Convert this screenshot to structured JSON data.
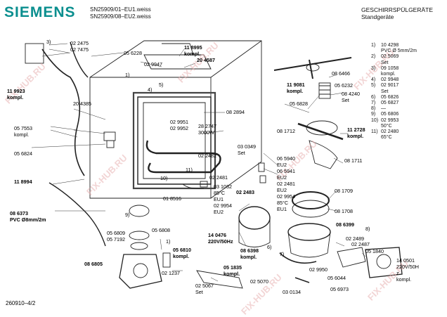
{
  "header": {
    "brand": "SIEMENS",
    "model_line_1": "SN25909/01–EU1.weiss",
    "model_line_2": "SN25909/08–EU2.weiss",
    "title": "GESCHIRRSPÜLGERÄTE",
    "subtitle": "Standgeräte"
  },
  "footer": {
    "drawing_number": "260910–4/2"
  },
  "watermark": "FIX-HUB.RU",
  "legend": [
    {
      "num": "1)",
      "text": "10 4298"
    },
    {
      "num": "",
      "text": "PVC Ø 5mm/2m"
    },
    {
      "num": "2)",
      "text": "02 5069"
    },
    {
      "num": "",
      "text": "Set"
    },
    {
      "num": "3)",
      "text": "09 1058"
    },
    {
      "num": "",
      "text": "kompl."
    },
    {
      "num": "4)",
      "text": "02 9948"
    },
    {
      "num": "5)",
      "text": "02 9017"
    },
    {
      "num": "",
      "text": "Set"
    },
    {
      "num": "6)",
      "text": "05 6826"
    },
    {
      "num": "7)",
      "text": "05 6827"
    },
    {
      "num": "8)",
      "text": "—"
    },
    {
      "num": "9)",
      "text": "05 6806"
    },
    {
      "num": "10)",
      "text": "02 9953"
    },
    {
      "num": "",
      "text": "50°C"
    },
    {
      "num": "11)",
      "text": "02 2480"
    },
    {
      "num": "",
      "text": "65°C"
    }
  ],
  "labels": {
    "l_3": "3)",
    "l_022475": "02 2475",
    "l_027475": "02 7475",
    "l_056228": "05 6228",
    "l_118995": "11 8995",
    "l_118995k": "kompl.",
    "l_204587": "20 4587",
    "l_029947": "02 9947",
    "l_1a": "1)",
    "l_4": "4)",
    "l_5": "5)",
    "l_119923": "11 9923",
    "l_119923k": "kompl.",
    "l_204385": "20 4385",
    "l_057553": "05 7553",
    "l_057553k": "kompl.",
    "l_056824": "05 6824",
    "l_029951": "02 9951",
    "l_029952": "02 9952",
    "l_082894": "08 2894",
    "l_282747": "28 2747",
    "l_3000w": "3000W",
    "l_030349": "03 0349",
    "l_030349k": "Set",
    "l_022482": "02 2482",
    "l_118994": "11 8994",
    "l_10": "10)",
    "l_11": "11)",
    "l_065940": "06 5940",
    "l_065940e": "EU2",
    "l_065941": "06 5941",
    "l_065941e": "EU2",
    "l_022481a": "02 2481",
    "l_022481b": "02 2481",
    "l_022481e": "EU2",
    "l_031032": "03 1032",
    "l_85c": "85°C",
    "l_eu1": "EU1",
    "l_029954a": "02 9954",
    "l_eu2a": "EU2",
    "l_022483": "02 2483",
    "l_029954b": "02 9954",
    "l_85cb": "85°C",
    "l_eu1b": "EU1",
    "l_018516": "01 8516",
    "l_086373": "08 6373",
    "l_pvc8": "PVC Ø8mm/2m",
    "l_9": "9)",
    "l_056809": "05 6809",
    "l_057192": "05 7192",
    "l_056808": "05 6808",
    "l_1b": "1)",
    "l_056810": "05 6810",
    "l_056810k": "kompl.",
    "l_086805": "08 6805",
    "l_021237": "02 1237",
    "l_051835": "05 1835",
    "l_051835k": "kompl.",
    "l_025067": "02 5067",
    "l_025067k": "Set",
    "l_025070": "02 5070",
    "l_030134": "03 0134",
    "l_086466": "08 6466",
    "l_056232": "05 6232",
    "l_119081": "11 9081",
    "l_119081k": "kompl.",
    "l_084240": "08 4240",
    "l_084240k": "Set",
    "l_056828": "05 6828",
    "l_081712": "08 1712",
    "l_112728": "11 2728",
    "l_112728k": "kompl.",
    "l_081711": "08 1711",
    "l_081709": "08 1709",
    "l_081708": "08 1708",
    "l_140476": "14 0476",
    "l_220v": "220V/50Hz",
    "l_086398": "08 6398",
    "l_086398k": "kompl.",
    "l_6": "6)",
    "l_7": "7)",
    "l_086399": "08 6399",
    "l_022489": "02 2489",
    "l_022487": "02 2487",
    "l_051840": "05 1840",
    "l_029950": "02 9950",
    "l_056044": "05 6044",
    "l_056973": "05 6973",
    "l_140501": "14 0501",
    "l_220v2": "220V/50H",
    "l_z": "z",
    "l_140501k": "kompl.",
    "l_8": "8)"
  }
}
